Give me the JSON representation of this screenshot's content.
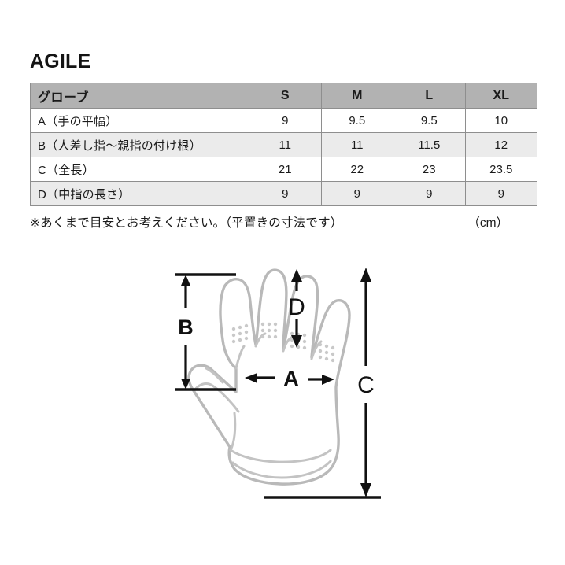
{
  "title": "AGILE",
  "table": {
    "row_header_label": "グローブ",
    "size_columns": [
      "S",
      "M",
      "L",
      "XL"
    ],
    "rows": [
      {
        "label": "A（手の平幅）",
        "values": [
          "9",
          "9.5",
          "9.5",
          "10"
        ]
      },
      {
        "label": "B（人差し指～親指の付け根）",
        "values": [
          "11",
          "11",
          "11.5",
          "12"
        ]
      },
      {
        "label": "C（全長）",
        "values": [
          "21",
          "22",
          "23",
          "23.5"
        ]
      },
      {
        "label": "D（中指の長さ）",
        "values": [
          "9",
          "9",
          "9",
          "9"
        ]
      }
    ],
    "header_bg": "#b2b2b2",
    "alt_row_bg": "#ebebeb",
    "border_color": "#8e8e8e"
  },
  "footnote": {
    "text": "※あくまで目安とお考えください。（平置きの寸法です）",
    "unit": "（cm）"
  },
  "diagram": {
    "name": "glove-measurement-diagram",
    "labels": {
      "a": "A",
      "b": "B",
      "c": "C",
      "d": "D"
    },
    "descriptions": {
      "a": "手の平幅",
      "b": "人差し指～親指の付け根",
      "c": "全長",
      "d": "中指の長さ"
    },
    "glove_line_color": "#b9b9b9"
  }
}
